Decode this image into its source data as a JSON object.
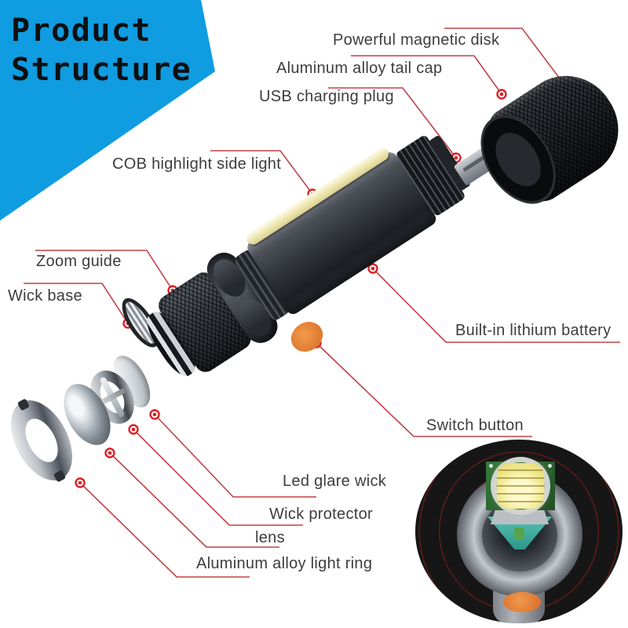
{
  "header": {
    "title_line1": "Product",
    "title_line2": "Structure"
  },
  "labels": {
    "powerful_magnetic_disk": "Powerful magnetic disk",
    "aluminum_alloy_tail_cap": "Aluminum alloy tail cap",
    "usb_charging_plug": "USB charging plug",
    "cob_highlight_side_light": "COB highlight side light",
    "zoom_guide": "Zoom guide",
    "wick_base": "Wick base",
    "built_in_lithium_battery": "Built-in lithium battery",
    "switch_button": "Switch button",
    "led_glare_wick": "Led glare wick",
    "wick_protector": "Wick protector",
    "lens": "lens",
    "aluminum_alloy_light_ring": "Aluminum alloy light ring"
  },
  "colors": {
    "accent_blue": "#0f9ce0",
    "title_text": "#0e0f11",
    "label_text": "#3d3d3d",
    "leader_line_red": "#c24045",
    "marker_dot_red": "#da2328",
    "cob_strip_cream": "#ece4ab",
    "switch_orange": "#dd7a2e",
    "led_yellow": "#f0e88c",
    "pcb_green": "#2c6b33",
    "reflector_teal": "#3aa99a"
  }
}
